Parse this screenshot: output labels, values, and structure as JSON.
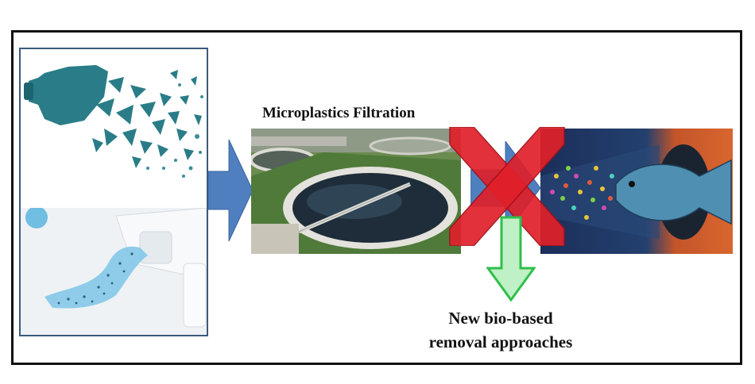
{
  "title": "Microplastics Filtration",
  "approaches_line1": "New bio-based",
  "approaches_line2": "removal approaches",
  "colors": {
    "arrow_blue": "#4f7fbf",
    "arrow_green": "#2fbf4a",
    "cross_red": "#e0202a",
    "frame": "#111111"
  },
  "icons": [
    "plastic-bottle-fragments-image",
    "toothpaste-microbeads-image",
    "wastewater-treatment-plant-image",
    "fish-eating-microplastics-image",
    "red-x-icon",
    "down-arrow-icon"
  ]
}
